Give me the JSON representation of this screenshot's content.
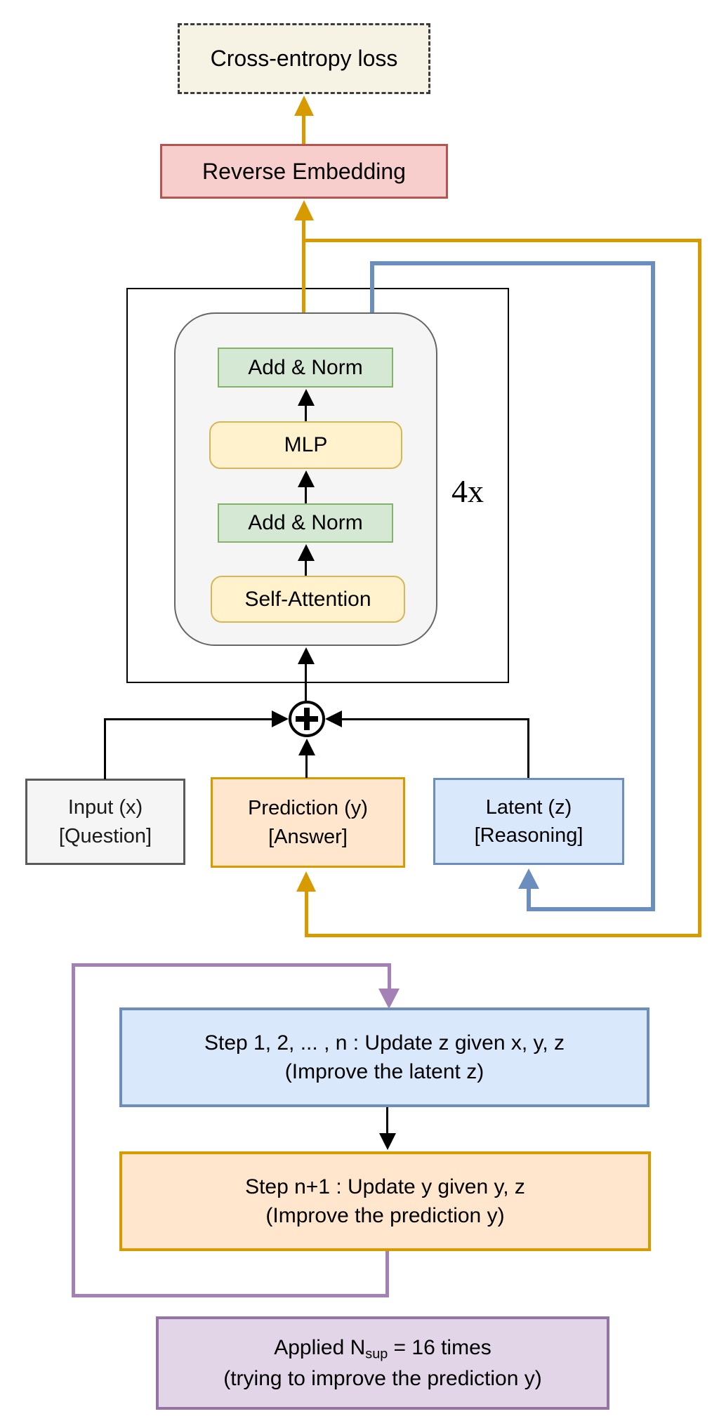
{
  "diagram": {
    "loss_box": {
      "label": "Cross-entropy loss"
    },
    "reverse_embedding_box": {
      "label": "Reverse Embedding"
    },
    "transformer": {
      "repeat_label": "4x",
      "add_norm_top": "Add & Norm",
      "mlp": "MLP",
      "add_norm_bottom": "Add & Norm",
      "self_attention": "Self-Attention"
    },
    "combiner": {
      "symbol": "+"
    },
    "state_boxes": {
      "input_box": {
        "line1": "Input (x)",
        "line2": "[Question]"
      },
      "prediction_box": {
        "line1": "Prediction (y)",
        "line2": "[Answer]"
      },
      "latent_box": {
        "line1": "Latent (z)",
        "line2": "[Reasoning]"
      }
    },
    "loop": {
      "step_z_box": {
        "line1": "Step 1, 2, ... , n : Update z given x, y, z",
        "line2": "(Improve the latent z)"
      },
      "step_y_box": {
        "line1": "Step n+1 : Update y given y, z",
        "line2": "(Improve the prediction y)"
      },
      "applied_box": {
        "prefix": "Applied N",
        "subscript": "sup",
        "suffix": " = 16 times",
        "line2": "(trying to improve the prediction y)"
      }
    },
    "colors": {
      "prediction_accent": "#d79b00",
      "latent_accent": "#6c8ebf",
      "loop_accent": "#a480b4",
      "loss_fill": "#f6f2e4",
      "embedding_fill": "#f8cecc",
      "embedding_border": "#b85450",
      "green_fill": "#d5e8d4",
      "green_border": "#82b366",
      "yellow_fill": "#fff2cc",
      "yellow_border": "#d6b656",
      "gray_fill": "#f5f5f5",
      "purple_fill": "#e1d5e7",
      "purple_border": "#9673a6",
      "orange_fill": "#ffe6cc",
      "blue_fill": "#dae8fc"
    }
  }
}
